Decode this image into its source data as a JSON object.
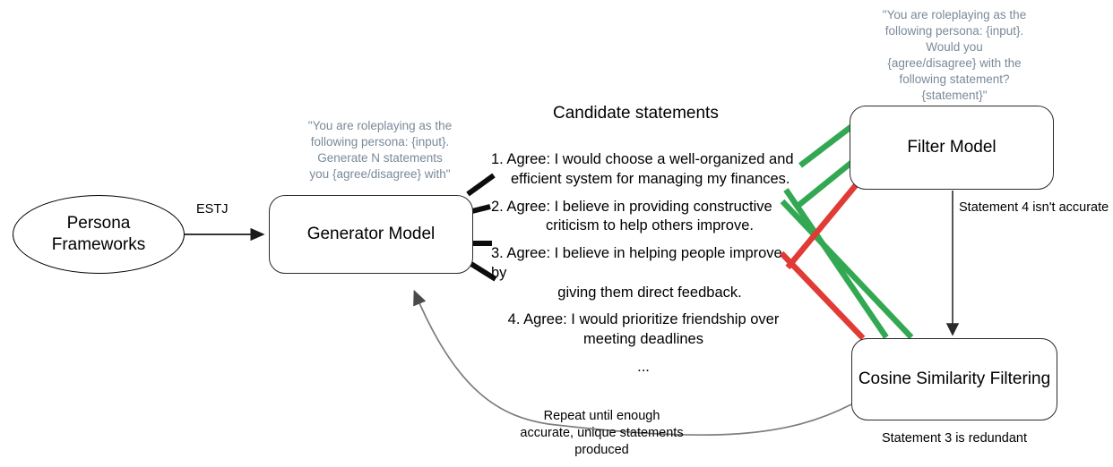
{
  "diagram": {
    "title": "Persona statement generation and filtering pipeline",
    "colors": {
      "accept_green": "#33a852",
      "reject_red": "#e03b35",
      "prompt_gray": "#7a8a99",
      "stroke_black": "#2b2b2b",
      "arrow_gray": "#6e6e6e"
    }
  },
  "nodes": {
    "persona_frameworks": {
      "label": "Persona\nFrameworks",
      "line1": "Persona",
      "line2": "Frameworks"
    },
    "generator_model": {
      "label": "Generator Model"
    },
    "filter_model": {
      "label": "Filter Model"
    },
    "cosine_similarity": {
      "label": "Cosine Similarity Filtering"
    }
  },
  "edges": {
    "persona_to_generator": {
      "label": "ESTJ"
    },
    "filter_to_cosine": {
      "label": "Statement 4 isn't accurate"
    },
    "cosine_to_generator": {
      "label": "Repeat until enough\naccurate, unique statements\nproduced",
      "line1": "Repeat until enough",
      "line2": "accurate, unique statements",
      "line3": "produced"
    }
  },
  "notes": {
    "generator_prompt": {
      "line1": "\"You are roleplaying as the",
      "line2": "following persona: {input}.",
      "line3": "Generate N statements",
      "line4": "you {agree/disagree} with\""
    },
    "filter_prompt": {
      "line1": "\"You are roleplaying as the",
      "line2": "following persona: {input}.",
      "line3": "Would you",
      "line4": "{agree/disagree} with the",
      "line5": "following statement?",
      "line6": "{statement}\""
    },
    "cosine_caption": "Statement 3 is redundant"
  },
  "candidates": {
    "heading": "Candidate statements",
    "ellipsis": "...",
    "items": [
      {
        "number": "1.",
        "line1": "1. Agree: I would choose a well-organized and",
        "line2": "efficient system for managing my finances.",
        "verdict": "accept"
      },
      {
        "number": "2.",
        "line1": "2. Agree: I believe in providing constructive",
        "line2": "criticism to help others improve.",
        "verdict": "accept"
      },
      {
        "number": "3.",
        "line1": "3. Agree: I believe in helping people improve by",
        "line2": "giving them direct feedback.",
        "verdict": "redundant"
      },
      {
        "number": "4.",
        "line1": "4. Agree: I would prioritize friendship over",
        "line2": "meeting deadlines",
        "verdict": "reject"
      }
    ]
  }
}
